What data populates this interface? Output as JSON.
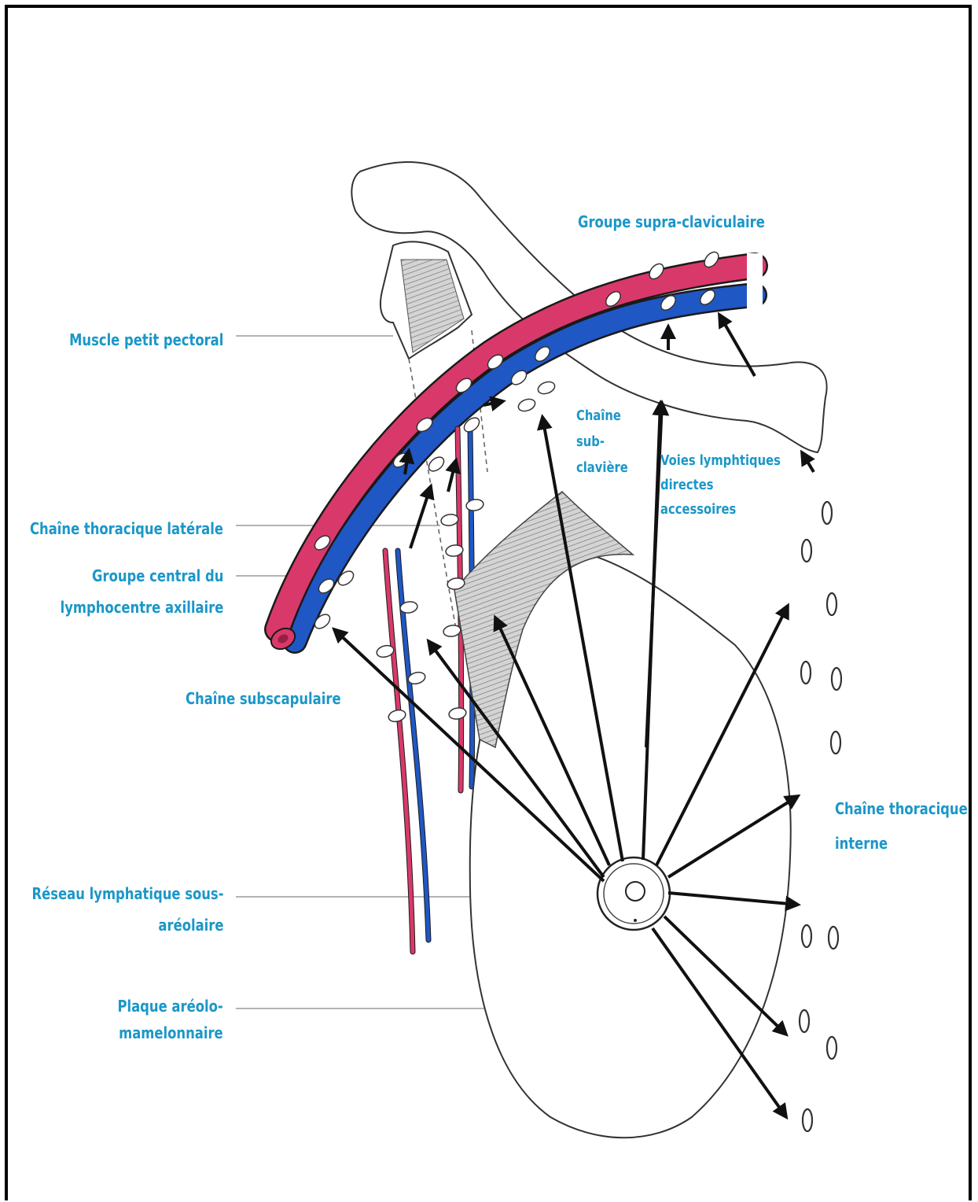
{
  "colors": {
    "label": "#1b97c8",
    "artery": "#d9396a",
    "vein": "#1f57c4",
    "outline": "#333333",
    "leader": "#b3b3b3",
    "arrow": "#111111"
  },
  "labels": {
    "supra_clavicular": "Groupe supra-claviculaire",
    "pectoral_muscle": "Muscle petit pectoral",
    "subclavian_chain": [
      "Chaîne",
      "sub-",
      "clavière"
    ],
    "direct_pathways": [
      "Voies lymphtiques",
      "directes",
      "accessoires"
    ],
    "lateral_thoracic": "Chaîne thoracique latérale",
    "central_group": [
      "Groupe central du",
      "lymphocentre axillaire"
    ],
    "subscapular": "Chaîne subscapulaire",
    "internal_thoracic": [
      "Chaîne thoracique",
      "interne"
    ],
    "subareolar_network": [
      "Réseau lymphatique sous-",
      "aréolaire"
    ],
    "areola_plate": [
      "Plaque aréolo-",
      "mamelonnaire"
    ]
  },
  "icons": {
    "lymph_node": "lymph-node-icon",
    "arrow": "arrow-icon"
  }
}
